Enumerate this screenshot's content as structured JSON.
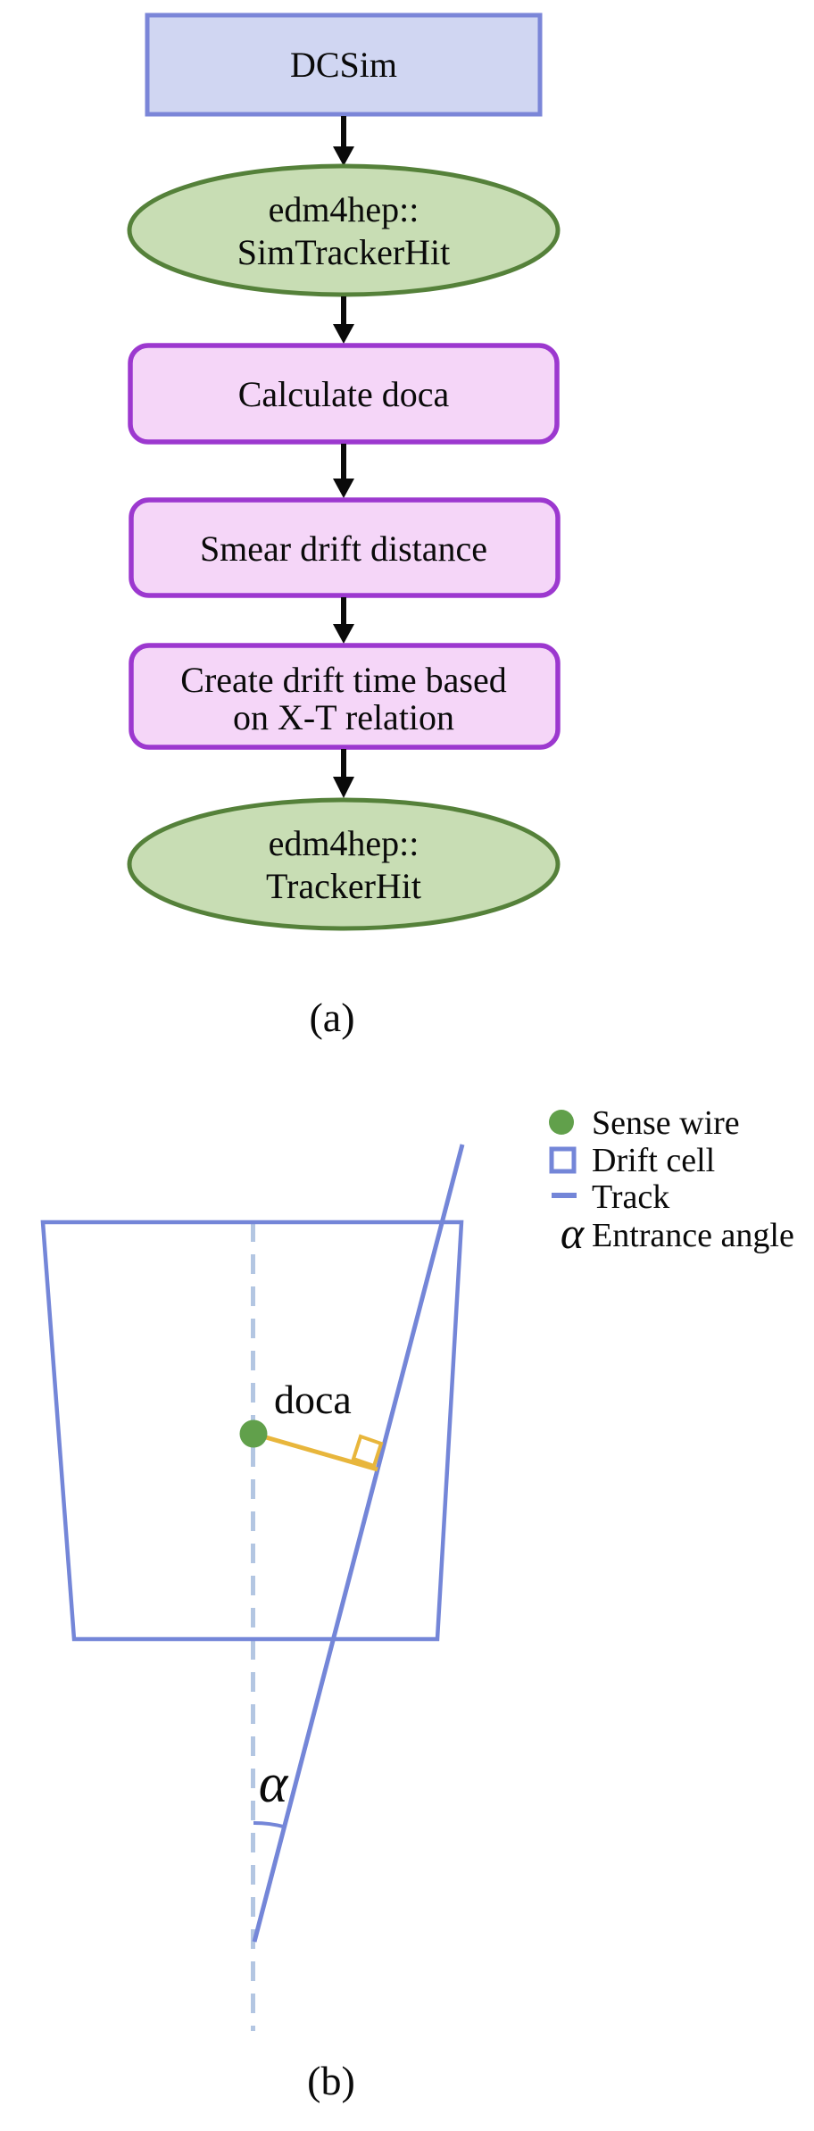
{
  "figure_a": {
    "caption": "(a)",
    "nodes": {
      "dcsim": {
        "label": "DCSim"
      },
      "sim_tracker_hit": {
        "line1": "edm4hep::",
        "line2": "SimTrackerHit"
      },
      "calculate_doca": {
        "label": "Calculate doca"
      },
      "smear_drift": {
        "label": "Smear drift distance"
      },
      "create_drift_time": {
        "line1": "Create drift time based",
        "line2": "on X-T relation"
      },
      "tracker_hit": {
        "line1": "edm4hep::",
        "line2": "TrackerHit"
      }
    }
  },
  "figure_b": {
    "caption": "(b)",
    "legend": {
      "sense_wire": "Sense wire",
      "drift_cell": "Drift cell",
      "track": "Track",
      "alpha_symbol": "α",
      "entrance_angle": "Entrance angle"
    },
    "annotations": {
      "doca": "doca",
      "alpha": "α"
    }
  },
  "colors": {
    "dcsim_fill": "#d0d6f2",
    "dcsim_border": "#7b86d8",
    "data_ellipse_fill": "#c8ddb4",
    "data_ellipse_border": "#55813a",
    "process_fill": "#f5d6f8",
    "process_border": "#9c38cf",
    "diagram_blue": "#7486d8",
    "wire_axis_dashed_blue": "#b3c6e2",
    "sense_wire_green": "#61a04b",
    "doca_orange": "#e8b63c",
    "arrow_text_black": "#0a0a0a",
    "background": "#ffffff"
  }
}
